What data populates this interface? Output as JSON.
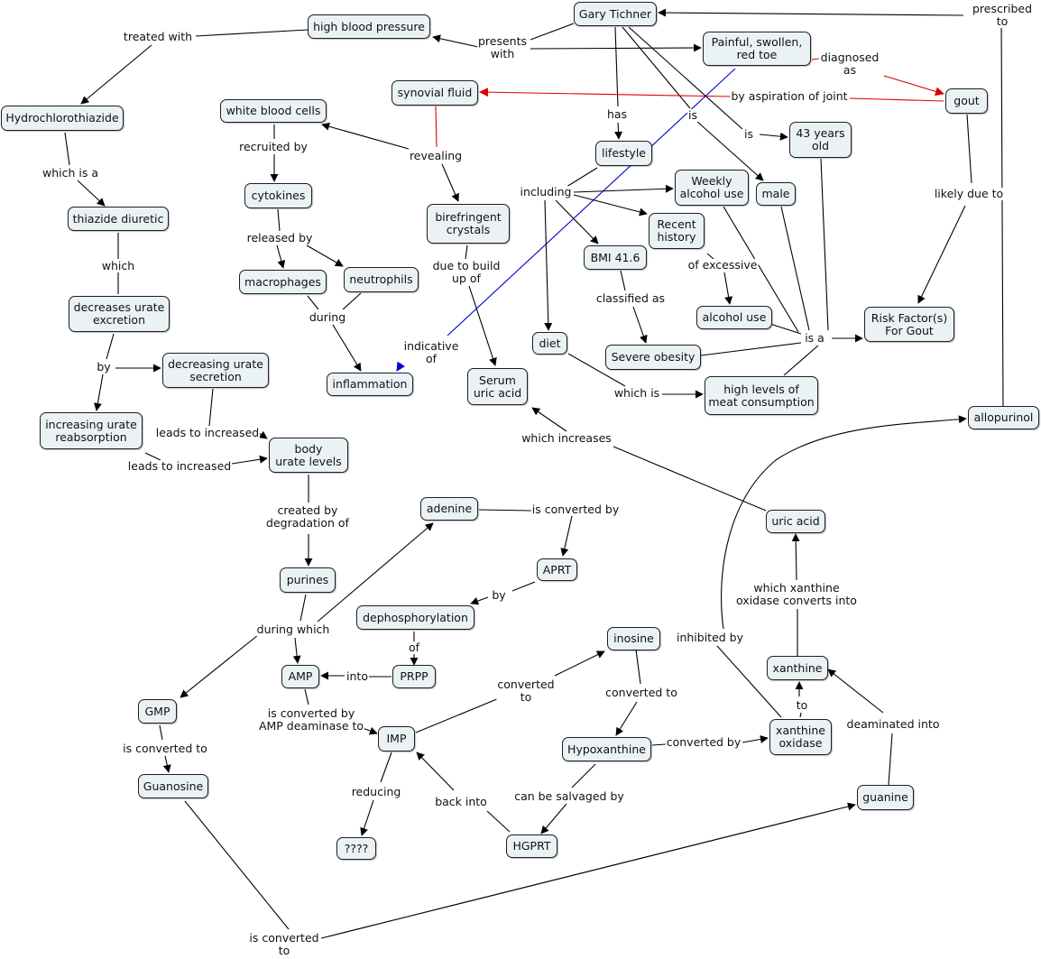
{
  "colors": {
    "node_fill": "#ebf2f6",
    "line": "#000000",
    "highlight_red": "#e00000",
    "highlight_blue": "#0000cc"
  },
  "nodes": {
    "gary_tichner": "Gary Tichner",
    "high_blood_pressure": "high blood pressure",
    "painful_toe": "Painful, swollen,\nred toe",
    "synovial_fluid": "synovial fluid",
    "gout": "gout",
    "hydrochlorothiazide": "Hydrochlorothiazide",
    "white_blood_cells": "white blood cells",
    "lifestyle": "lifestyle",
    "age": "43 years\nold",
    "cytokines": "cytokines",
    "birefringent_crystals": "birefringent\ncrystals",
    "weekly_alcohol": "Weekly\nalcohol use",
    "male": "male",
    "thiazide_diuretic": "thiazide diuretic",
    "recent_history": "Recent\nhistory",
    "bmi": "BMI 41.6",
    "macrophages": "macrophages",
    "neutrophils": "neutrophils",
    "decreases_urate_excretion": "decreases urate\nexcretion",
    "alcohol_use": "alcohol use",
    "risk_factors": "Risk Factor(s)\nFor Gout",
    "diet": "diet",
    "decreasing_urate_secretion": "decreasing urate\nsecretion",
    "severe_obesity": "Severe obesity",
    "inflammation": "inflammation",
    "serum_uric_acid": "Serum\nuric acid",
    "meat_consumption": "high levels of\nmeat consumption",
    "increasing_urate_reabsorption": "increasing urate\nreabsorption",
    "allopurinol": "allopurinol",
    "body_urate_levels": "body\nurate levels",
    "adenine": "adenine",
    "uric_acid": "uric acid",
    "aprt": "APRT",
    "purines": "purines",
    "dephosphorylation": "dephosphorylation",
    "inosine": "inosine",
    "xanthine": "xanthine",
    "amp": "AMP",
    "prpp": "PRPP",
    "gmp": "GMP",
    "imp": "IMP",
    "hypoxanthine": "Hypoxanthine",
    "xanthine_oxidase": "xanthine\noxidase",
    "guanosine": "Guanosine",
    "guanine": "guanine",
    "unknown": "????",
    "hgprt": "HGPRT"
  },
  "links": {
    "prescribed_to": "prescribed to",
    "treated_with": "treated with",
    "presents_with": "presents\nwith",
    "diagnosed_as": "diagnosed\nas",
    "by_aspiration": "by aspiration of joint",
    "has": "has",
    "is_male": "is",
    "is_age": "is",
    "likely_due_to": "likely due to",
    "which_is_a": "which is a",
    "recruited_by": "recruited by",
    "revealing": "revealing",
    "including": "including",
    "which": "which",
    "released_by": "released by",
    "due_to_build_up": "due to build\nup of",
    "of_excessive": "of excessive",
    "classified_as": "classified as",
    "during_inflammation": "during",
    "by_secretion": "by",
    "is_a_risk": "is a",
    "indicative_of": "indicative\nof",
    "which_is": "which is",
    "leads_to_increased_1": "leads to increased",
    "which_increases": "which increases",
    "leads_to_increased_2": "leads to increased",
    "created_by_degradation": "created by\ndegradation of",
    "is_converted_by_aprt": "is converted by",
    "which_xanthine_oxidase": "which xanthine\noxidase converts into",
    "by_dephos": "by",
    "during_which": "during which",
    "inhibited_by": "inhibited by",
    "of_prpp": "of",
    "into_amp": "into",
    "converted_to_inosine": "converted\nto",
    "converted_to_hypox": "converted to",
    "to_xanthine": "to",
    "deaminated_into": "deaminated into",
    "is_converted_by_amp_deaminase": "is converted by\nAMP deaminase to",
    "is_converted_to_guanosine": "is converted to",
    "converted_by_xo": "converted by",
    "reducing": "reducing",
    "can_be_salvaged_by": "can be salvaged by",
    "back_into": "back into",
    "is_converted_to_guanine": "is converted\nto"
  }
}
